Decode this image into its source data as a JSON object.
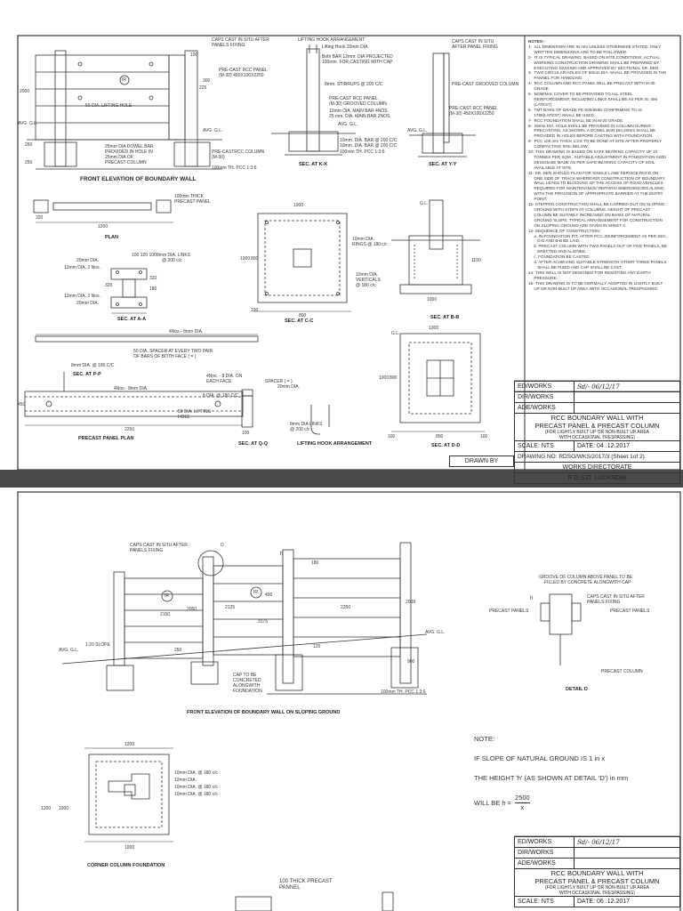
{
  "sheet1": {
    "labels": {
      "caps_cast": "CAPS CAST IN SITU AFTER",
      "panels_fixing": "PANELS FIXING",
      "dim_100": "100",
      "dim_300": "300",
      "dim_225": "225",
      "dim_2000": "2000",
      "ir": "IR",
      "precast_panel": "PRE-CAST RCC PANEL",
      "panel_spec": "(M-30) 450X100X2250",
      "lifting_hole": "50 DIA. LIFTING HOLE",
      "avg_gl": "AVG. G.L.",
      "dowel": "25mm DIA DOWEL BAR",
      "dowel2": "PROVIDED IN HOLE IN",
      "dowel3": "25mm DIA OF",
      "dowel4": "PRECAST COLUMN",
      "precast_column": "PRE-CASTRCC COLUMN",
      "precast_column_spec": "(M-30)",
      "pcc": "100mm TH. PCC 1:3:6",
      "dim_250": "250",
      "dim_250b": "250",
      "front_elev": "FRONT ELEVATION OF BOUNDARY WALL",
      "lifting_hook": "LIFTING HOOK ARRANGEMENT",
      "lifting_hook2": "Lifting Hook 20mm DIA.",
      "projected": "Both BAR 12mm. DIA PROJECTED",
      "projected2": "100mm. FOR CASTING WITH CAP",
      "stirrups": "8mm. STIRRUPS @ 200 C/C",
      "precast_panel_k": "PRE-CAST RCC PANEL",
      "grooved": "(M-30) GROOVED COLUMN",
      "main_bar1": "12mm DIA. MAIN BAR 4NOS.",
      "main_bar2": "25 mm. DIA. MAIN BAR 2NOS.",
      "avg_gl_k": "AVG. G.L.",
      "ties": "10mm. DIA. BAR @ 200 C/C",
      "ties2": "10mm. DIA. BAR @ 200 C/C",
      "pcc_k": "100mm TH. PCC 1:3:6",
      "sec_kk": "SEC. AT K-K",
      "caps_cast_y": "CAPS CAST IN SITU",
      "after_panel": "AFTER PANEL FIXING",
      "grooved_col": "PRE-CAST GROOVED COLUMN",
      "precast_panel_y": "PRE-CAST RCC PANEL",
      "panel_spec_y": "(M-30) 450X100X2250",
      "avg_gl_y": "AVG. G.L.",
      "sec_yy": "SEC. AT Y-Y",
      "thick_panel": "100mm THICK",
      "thick_panel2": "PRECAST PANEL",
      "dim_320": "320",
      "dim_1200": "1200",
      "plan": "PLAN",
      "dim_1000": "1000",
      "dim_800": "800",
      "dim_100c": "100",
      "rings": "10mm DIA.",
      "rings2": "RINGS @ 180 c/c",
      "verticals": "10mm DIA.",
      "verticals2": "VERTICALS",
      "verticals3": "@ 180 c/c",
      "sec_cc": "SEC. AT C-C",
      "sec_bb": "SEC. AT B-B",
      "gl_b": "G.L.",
      "dim_1150": "1150",
      "dim_1000b": "1000",
      "bars_20": "20mm DIA.",
      "bars_12": "12mm DIA. 2 Nos.",
      "links": "8mm DIA. LINKS",
      "links2": "@ 200 c/c",
      "bars_12b": "12mm DIA. 2 Nos.",
      "bars_20b": "20mm DIA.",
      "sec_aa": "SEC. AT A-A",
      "dim_120": "100 120 100",
      "dim_320b": "320",
      "dim_320c": "320",
      "dim_180": "180",
      "spacer": "50 DIA. SPACER AT EVERY TWO PAIR",
      "spacer2": "OF BARS OF BOTH FACE ( = )",
      "four_nos": "4Nos.- 8mm DIA.",
      "sec_pp_bar": "8mm DIA. @ 180 C/C",
      "sec_pp": "SEC. AT P-P",
      "four_nos_b": "4Nos.- 8mm DIA.",
      "lifting_hole_p": "50 DIA. LIFTING",
      "lifting_hole_p2": "HOLE",
      "precast_plan": "PRECAST PANEL PLAN",
      "dim_2250": "2250",
      "dim_450": "450",
      "each_face": "4Nos. - 8 DIA. ON",
      "each_face2": "EACH FACE",
      "sec_qq_bar": "8 DIA. @ 180 C/C",
      "spacer_q": "SPACER ( = )",
      "spacer_q2": "20mm DIA.",
      "sec_qq": "SEC. AT Q-Q",
      "dim_100q": "100",
      "links_q": "8mm DIA LINKS",
      "links_q2": "@ 200 c/c",
      "lifting_hook_arr": "LIFTING HOOK ARRANGEMENT",
      "sec_dd": "SEC. AT D-D",
      "dim_1300": "1300",
      "dim_1000d": "1000",
      "dim_800d": "800",
      "dim_100d": "100",
      "dim_800b": "800",
      "dim_100b": "100",
      "gl_d": "G.L."
    },
    "notes_title": "NOTES:-",
    "notes": [
      "1-  ALL DIMENSION ARE IN mm UNLESS OTHERWISE STATED, ONLY",
      "     WRITTEN DIMENSIONS ARE TO BE FOLLOWED.",
      "2-  IT IS TYPICAL DRAWING, BASED ON SITE CONDITIONS, ACTUAL",
      "     WORKING CONSTRUCTION DRAWING SHALL BE PREPARED BY",
      "     EXECUTING DIVISION AND APPROVED BY SECTIONAL SR. DEN.",
      "3-  TWO CIRCULAR HOLES OF 50mm DIA. SHALL BE PROVIDED IN THE",
      "     PANNEL FOR HANDLING.",
      "4-  RCC COLUMN AND RCC PANEL WILL BE PRECAST WITH M-30",
      "     GRADE.",
      "5-  NOMINAL COVER TO BE PROVIDED TO ALL STEEL",
      "     REINFORCEMENT, INCLUDING LINKS SHALL BE AS PER IS: 456",
      "     (LATEST).",
      "6-  TMT BARS OF GRADE FE-500/550D CONFIRMING TO IS:",
      "     1786(LATEST) SHALL BE USED.",
      "7-  RCC FOUNDATION SHALL BE IN M-20 GRADE.",
      "8-  25mm DIA. HOLE SHALL BE PROVIDED IN COLUMN DURING",
      "     PRECASTING, AS SHOWN. A DOWEL BAR DIA 20mm SHALL BE",
      "     PROVIDED IN HOLES BEFORE CASTING WITH FOUNDATION.",
      "9-  PCC 100 mm THICK 1:3:6 TO BE DONE AT SITE AFTER PROPERLY",
      "     COMPACTING SOIL BELOW.",
      "10- THIS DRAWING IS BASED ON SAFE BEARING CAPACITY OF 10",
      "     TONNES PER SQM , SUITABLE ADJUSTMENT IN FOUNDATION SIZE/",
      "     DESIGN BE MADE AS PER SAFE BEARING CAPACITY OF SOIL",
      "     AVAILABLE AT SITE.",
      "11- SR. DEN SHOULD PLAN FOR SINGLE LANE SERVICE ROAD ON",
      "     ONE SIDE OF TRACK WHEREVER CONSTRUCTION OF BOUNDARY",
      "     WALL LEADS TO BLOCKING OF THE ACCESS OF ROAD VEHICLES",
      "     REQUIRED FOR MAINTENANCE/ REPAIRS/ EMERGENCIES ALONG",
      "     WITH THE PROVISION OF APPROPRIATE BARRIER AT THE ENTRY",
      "     POINT.",
      "12- STEPPED CONSTRUCTION SHALL BE CARRIED OUT ON SLOPING",
      "     GROUND WITH STEPS AT COLUMNS. HEIGHT OF PRECAST",
      "     COLUMN BE SUITABLY INCREASED ON BASIS OF NATURAL",
      "     GROUND SLOPE. TYPICAL ARRANGEMENT FOR CONSTRUCTION",
      "     ON SLOPING GROUND ARE GIVEN IN SHEET 2.",
      "13- SEQUENCE OF CONSTRUCTION:",
      "     a. IN FOUNDATION PIT, AFTER PCC, REINFORCEMENT AS PER SEC.",
      "        D-D AND B-B BE LAID.",
      "     b. PRECAST COLUMN WITH TWO PANELS OUT OF FIVE PANELS, BE",
      "        ERECTED AND ALIGNED.",
      "     c. FOUNDATION BE CASTED.",
      "     d. AFTER ACHIEVING SUITABLE STRENGTH OTHER THREE PANELS",
      "        SHALL BE FIXED AND CAP SHALL BE CAST.",
      "14- THIS WALL IS NOT DESIGNED FOR RESISTING ANY EARTH",
      "     PRESSURE.",
      "15- THIS DRAWING IS TO BE NORMALLY ADOPTED IN LIGHTLY BUILT",
      "     UP OR NON-BUILT UP AREA WITH OCCASIONAL TRESPASSING."
    ],
    "title_block": {
      "ed_works": "ED/WORKS",
      "ed_sign": "Sd/- 06/12/17",
      "dir_works": "DIR/WORKS",
      "dir_sign": "",
      "ade_works": "ADE/WORKS",
      "ade_sign": "",
      "title_line1": "RCC  BOUNDARY WALL WITH",
      "title_line2": "PRECAST PANEL & PRECAST COLUMN",
      "subtitle1": "(FOR LIGHTLY BUILT UP OR NON-BUILT UP AREA",
      "subtitle2": "WITH OCCASIONAL TRESPASSING)",
      "scale": "SCALE: NTS",
      "date": "DATE: 04 .12.2017",
      "drawing_no": "DRAWING NO: RDSO/WKS/2017/3 (Sheet 1of 2)",
      "directorate": "WORKS DIRECTORATE",
      "org": "R.D.S.O. LUCKNOW",
      "drawn_by": "DRAWN BY"
    }
  },
  "sheet2": {
    "labels": {
      "caps_cast": "CAPS CAST IN SITU AFTER",
      "panels_fixing": "PANELS FIXING",
      "d": "D",
      "h": "h",
      "dim_180": "180",
      "dim_400": "400",
      "dim_2000": "2000",
      "ir1": "IR",
      "ir2": "IR",
      "dim_2150": "2150",
      "dim_2050": "2050",
      "dim_2125": "2125",
      "dim_2250": "2250",
      "dim_3175": "3175",
      "avg_gl_left": "AVG. G.L.",
      "slope": "1:20 SLOPE",
      "avg_gl_right": "AVG. G.L.",
      "dim_250": "250",
      "cap": "CAP TO BE",
      "cap2": "CONCRETED",
      "cap3": "ALONGWITH",
      "cap4": "FOUNDATION",
      "dim_125": "125",
      "dim_900": "900",
      "pcc": "100mm TH. PCC 1:3:6",
      "front_elev": "FRONT ELEVATION OF BOUNDARY WALL ON SLOPING GROUND",
      "groove": "GROOVE OF COLUMN ABOVE PANEL TO BE",
      "groove2": "FILLED BY CONCRETE ALONGWITH CAP",
      "h2": "h",
      "caps_d": "CAPS CAST IN SITU AFTER",
      "caps_d2": "PANELS FIXING",
      "precast_panels_l": "PRECAST PANELS",
      "precast_panels_r": "PRECAST PANELS",
      "precast_column": "PRECAST COLUMN",
      "detail_d": "DETAIL D",
      "dim_1200": "1200",
      "bar1": "10mm DIA. @ 180 c/c",
      "bar2": "12mm DIA.",
      "bar3": "10mm DIA. @ 180 c/c",
      "bar4": "10mm DIA. @ 180 c/c",
      "dim_1200v": "1200",
      "dim_1000v": "1000",
      "dim_1000h": "1000",
      "corner": "CORNER COLUMN FOUNDATION",
      "thick": "100 THICK PRECAST",
      "thick2": "PANNEL"
    },
    "note": {
      "title": "NOTE:",
      "line1": "IF SLOPE OF NATURAL GROUND IS 1 in x",
      "line2": "THE HEIGHT 'h' (AS SHOWN AT DETAIL 'D') in mm",
      "line3": "WILL BE h =",
      "num": "2500",
      "den": "x"
    },
    "title_block": {
      "ed_works": "ED/WORKS",
      "ed_sign": "Sd/- 06/12/17",
      "dir_works": "DIR/WORKS",
      "ade_works": "ADE/WORKS",
      "title_line1": "RCC  BOUNDARY WALL WITH",
      "title_line2": "PRECAST PANEL & PRECAST COLUMN",
      "subtitle1": "(FOR LIGHTLY BUILT UP OR NON-BUILT UP AREA",
      "subtitle2": "WITH OCCASIONAL TRESPASSING)",
      "scale": "SCALE: NTS",
      "date": "DATE: 06 .12.2017"
    }
  },
  "colors": {
    "ink": "#333333",
    "paper": "#ffffff",
    "background": "#4a4a4a"
  }
}
